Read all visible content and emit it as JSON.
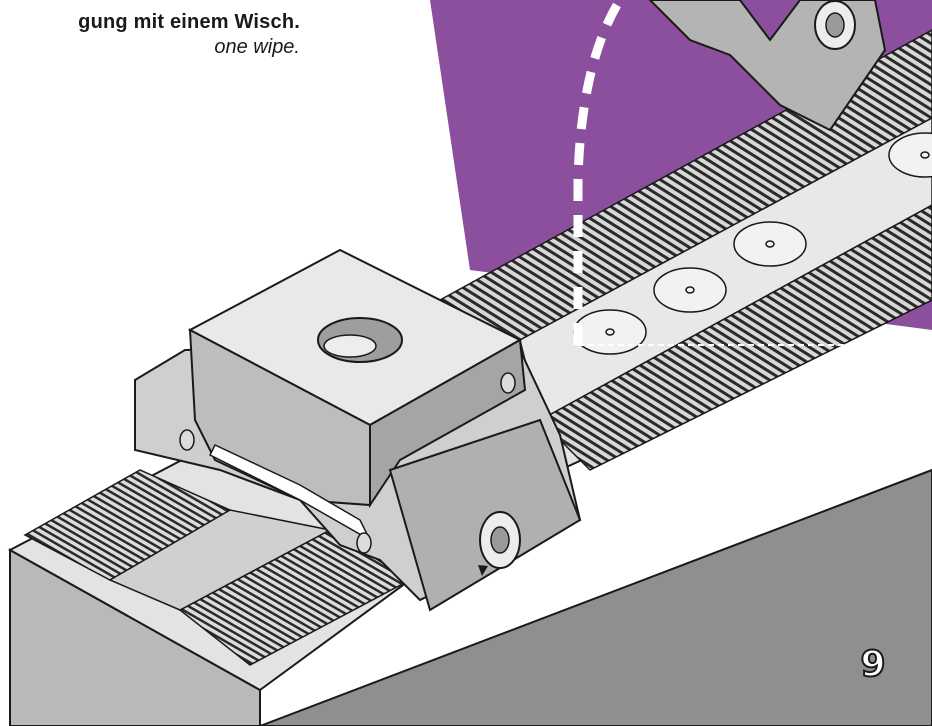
{
  "caption": {
    "german": "gung mit einem Wisch.",
    "english": "one wipe."
  },
  "page_number": "9",
  "colors": {
    "purple": "#8c4f9e",
    "steel_light": "#e4e4e4",
    "steel_mid": "#c9c9c9",
    "steel_dark": "#9a9a9a",
    "outline": "#1a1a1a"
  },
  "icons": [
    "rotation-arrow-icon",
    "socket-screw-icon",
    "dashed-path-arrow"
  ]
}
